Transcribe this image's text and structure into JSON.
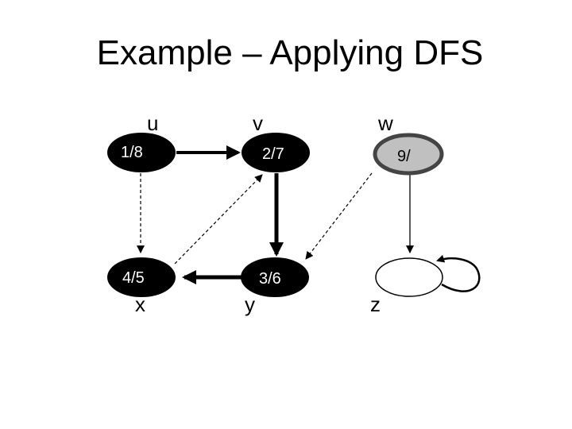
{
  "title": "Example – Applying DFS",
  "vertices": [
    {
      "id": "u",
      "name": "u",
      "times": "1/8",
      "fill": "#000000",
      "text_color": "#ffffff"
    },
    {
      "id": "v",
      "name": "v",
      "times": "2/7",
      "fill": "#000000",
      "text_color": "#ffffff"
    },
    {
      "id": "w",
      "name": "w",
      "times": "9/",
      "fill": "#c0c0c0",
      "text_color": "#000000"
    },
    {
      "id": "x",
      "name": "x",
      "times": "4/5",
      "fill": "#000000",
      "text_color": "#ffffff"
    },
    {
      "id": "y",
      "name": "y",
      "times": "3/6",
      "fill": "#000000",
      "text_color": "#ffffff"
    },
    {
      "id": "z",
      "name": "z",
      "times": "",
      "fill": "#ffffff",
      "text_color": "#000000"
    }
  ],
  "edges": [
    {
      "from": "u",
      "to": "v",
      "style": "tree"
    },
    {
      "from": "v",
      "to": "y",
      "style": "tree"
    },
    {
      "from": "y",
      "to": "x",
      "style": "tree"
    },
    {
      "from": "u",
      "to": "x",
      "style": "dashed"
    },
    {
      "from": "x",
      "to": "v",
      "style": "dashed"
    },
    {
      "from": "w",
      "to": "y",
      "style": "dashed"
    },
    {
      "from": "w",
      "to": "z",
      "style": "thin"
    },
    {
      "from": "z",
      "to": "z",
      "style": "self-loop"
    }
  ]
}
